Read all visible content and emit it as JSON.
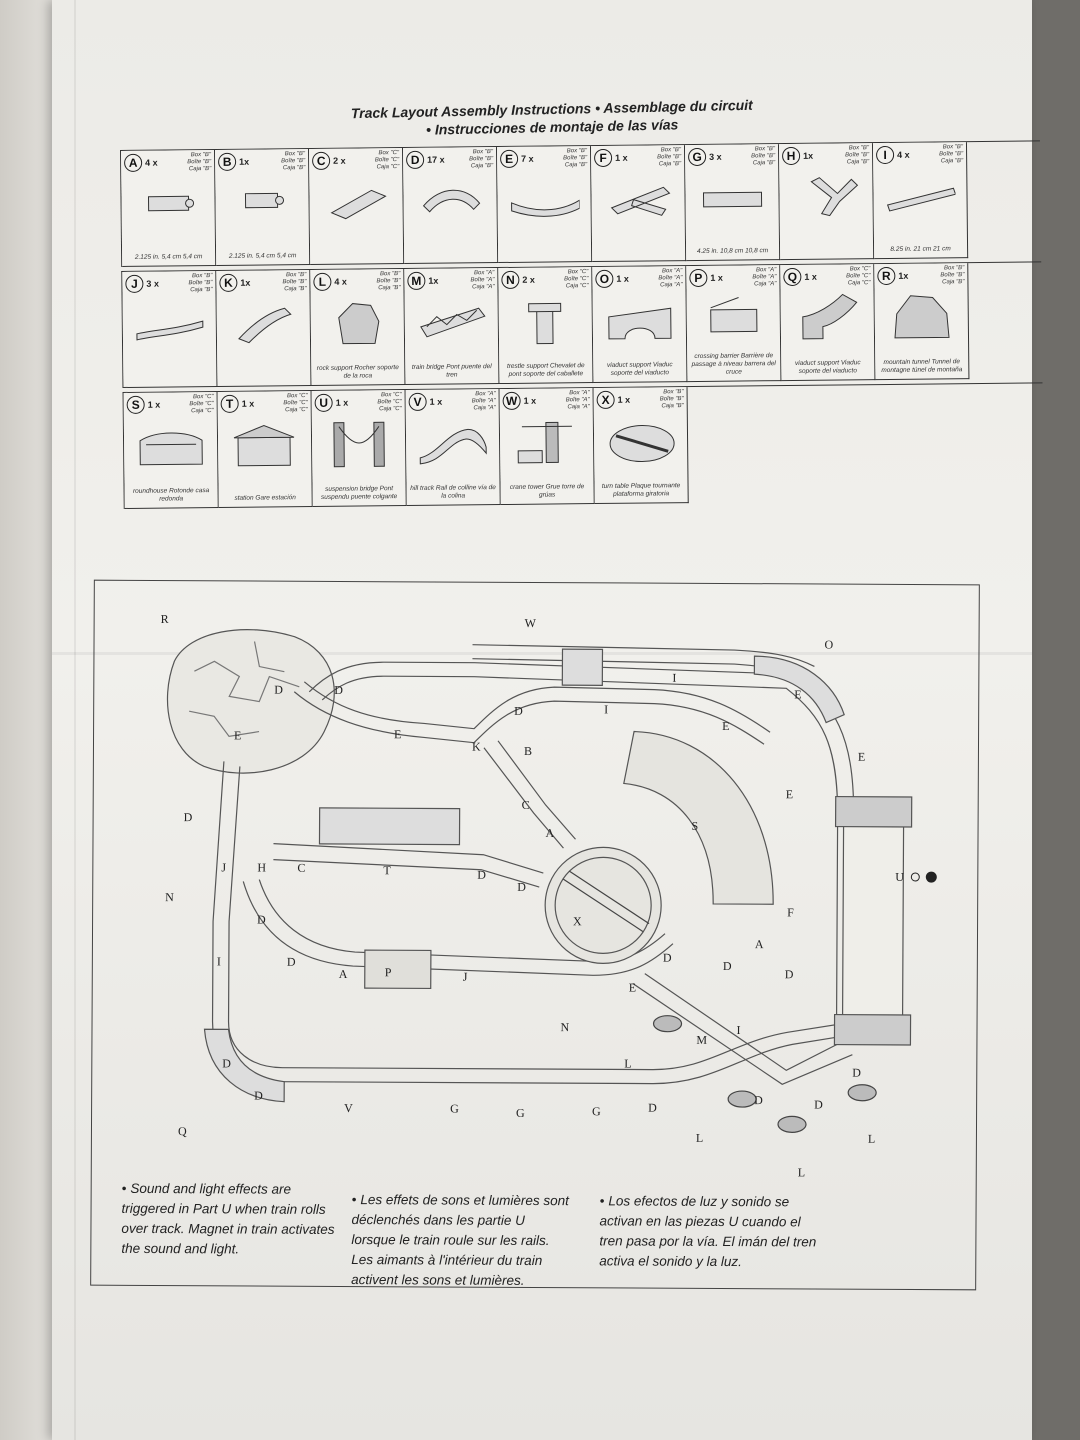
{
  "title": {
    "line1": "Track Layout Assembly Instructions • Assemblage du circuit",
    "line2": "• Instrucciones de montaje de las vías"
  },
  "parts_rows": [
    [
      {
        "letter": "A",
        "qty": "4 x",
        "box": "Box \"B\" Boîte \"B\" Caja \"B\"",
        "caption": "2.125 in. 5,4 cm 5,4 cm",
        "icon": "short-straight-track-icon"
      },
      {
        "letter": "B",
        "qty": "1x",
        "box": "Box \"B\" Boîte \"B\" Caja \"B\"",
        "caption": "2.125 in. 5,4 cm 5,4 cm",
        "icon": "mini-straight-track-icon"
      },
      {
        "letter": "C",
        "qty": "2 x",
        "box": "Box \"C\" Boîte \"C\" Caja \"C\"",
        "caption": "",
        "icon": "ramp-track-icon"
      },
      {
        "letter": "D",
        "qty": "17 x",
        "box": "Box \"B\" Boîte \"B\" Caja \"B\"",
        "caption": "",
        "icon": "curved-track-icon"
      },
      {
        "letter": "E",
        "qty": "7 x",
        "box": "Box \"B\" Boîte \"B\" Caja \"B\"",
        "caption": "",
        "icon": "long-curve-track-icon"
      },
      {
        "letter": "F",
        "qty": "1 x",
        "box": "Box \"B\" Boîte \"B\" Caja \"B\"",
        "caption": "",
        "icon": "switch-track-icon"
      },
      {
        "letter": "G",
        "qty": "3 x",
        "box": "Box \"B\" Boîte \"B\" Caja \"B\"",
        "caption": "4.25 in. 10,8 cm 10,8 cm",
        "icon": "medium-straight-track-icon"
      },
      {
        "letter": "H",
        "qty": "1x",
        "box": "Box \"B\" Boîte \"B\" Caja \"B\"",
        "caption": "",
        "icon": "y-switch-track-icon"
      },
      {
        "letter": "I",
        "qty": "4 x",
        "box": "Box \"B\" Boîte \"B\" Caja \"B\"",
        "caption": "8.25 in. 21 cm 21 cm",
        "icon": "long-straight-track-icon"
      }
    ],
    [
      {
        "letter": "J",
        "qty": "3 x",
        "box": "Box \"B\" Boîte \"B\" Caja \"B\"",
        "caption": "",
        "icon": "wavy-track-icon"
      },
      {
        "letter": "K",
        "qty": "1x",
        "box": "Box \"B\" Boîte \"B\" Caja \"B\"",
        "caption": "",
        "icon": "split-track-icon"
      },
      {
        "letter": "L",
        "qty": "4 x",
        "box": "Box \"B\" Boîte \"B\" Caja \"B\"",
        "caption": "rock support Rocher soporte de la roca",
        "icon": "rock-support-icon"
      },
      {
        "letter": "M",
        "qty": "1x",
        "box": "Box \"A\" Boîte \"A\" Caja \"A\"",
        "caption": "train bridge Pont puente del tren",
        "icon": "train-bridge-icon"
      },
      {
        "letter": "N",
        "qty": "2 x",
        "box": "Box \"C\" Boîte \"C\" Caja \"C\"",
        "caption": "trestle support Chevalet de pont soporte del caballete",
        "icon": "trestle-support-icon"
      },
      {
        "letter": "O",
        "qty": "1 x",
        "box": "Box \"A\" Boîte \"A\" Caja \"A\"",
        "caption": "viaduct support Viaduc soporte del viaducto",
        "icon": "viaduct-arch-icon"
      },
      {
        "letter": "P",
        "qty": "1 x",
        "box": "Box \"A\" Boîte \"A\" Caja \"A\"",
        "caption": "crossing barrier Barrière de passage à niveau barrera del cruce",
        "icon": "crossing-barrier-icon"
      },
      {
        "letter": "Q",
        "qty": "1 x",
        "box": "Box \"C\" Boîte \"C\" Caja \"C\"",
        "caption": "viaduct support Viaduc soporte del viaducto",
        "icon": "viaduct-curve-icon"
      },
      {
        "letter": "R",
        "qty": "1x",
        "box": "Box \"B\" Boîte \"B\" Caja \"B\"",
        "caption": "mountain tunnel Tunnel de montagne túnel de montaña",
        "icon": "mountain-tunnel-icon"
      }
    ],
    [
      {
        "letter": "S",
        "qty": "1 x",
        "box": "Box \"C\" Boîte \"C\" Caja \"C\"",
        "caption": "roundhouse Rotonde casa redonda",
        "icon": "roundhouse-icon"
      },
      {
        "letter": "T",
        "qty": "1 x",
        "box": "Box \"C\" Boîte \"C\" Caja \"C\"",
        "caption": "station Gare estación",
        "icon": "station-icon"
      },
      {
        "letter": "U",
        "qty": "1 x",
        "box": "Box \"C\" Boîte \"C\" Caja \"C\"",
        "caption": "suspension bridge Pont suspendu puente colgante",
        "icon": "suspension-bridge-icon"
      },
      {
        "letter": "V",
        "qty": "1 x",
        "box": "Box \"A\" Boîte \"A\" Caja \"A\"",
        "caption": "hill track Rail de colline vía de la colina",
        "icon": "hill-track-icon"
      },
      {
        "letter": "W",
        "qty": "1 x",
        "box": "Box \"A\" Boîte \"A\" Caja \"A\"",
        "caption": "crane tower Grue torre de grúas",
        "icon": "crane-tower-icon"
      },
      {
        "letter": "X",
        "qty": "1 x",
        "box": "Box \"B\" Boîte \"B\" Caja \"B\"",
        "caption": "turn table Plaque tournante plataforma giratoria",
        "icon": "turntable-icon"
      }
    ]
  ],
  "layout_labels": {
    "R": "R",
    "W": "W",
    "O": "O",
    "D": "D",
    "E": "E",
    "J": "J",
    "I": "I",
    "K": "K",
    "B": "B",
    "C": "C",
    "A": "A",
    "S": "S",
    "T": "T",
    "H": "H",
    "N": "N",
    "X": "X",
    "F": "F",
    "U": "U",
    "P": "P",
    "L": "L",
    "M": "M",
    "G": "G",
    "V": "V",
    "Q": "Q"
  },
  "notes": {
    "en": "Sound and light effects are triggered in Part U when train rolls over track. Magnet in train activates the sound and light.",
    "fr": "Les effets de sons et lumières sont déclenchés dans les partie U lorsque le train roule sur les rails. Les aimants à l'intérieur du train activent les sons et lumières.",
    "es": "Los efectos de luz y sonido se activan en las piezas U cuando el tren pasa por la vía. El imán del tren activa el sonido y la luz."
  }
}
